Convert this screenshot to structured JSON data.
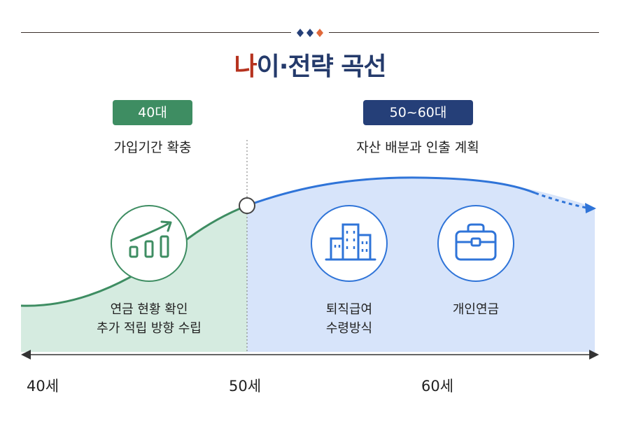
{
  "title": {
    "part1": "나",
    "part2": "이·전략 곡선"
  },
  "phases": [
    {
      "badge": "40대",
      "subtitle": "가입기간 확충"
    },
    {
      "badge": "50~60대",
      "subtitle": "자산 배분과 인출 계획"
    }
  ],
  "items": [
    {
      "icon": "growth-chart-icon",
      "label_line1": "연금 현황 확인",
      "label_line2": "추가 적립 방향 수립"
    },
    {
      "icon": "buildings-icon",
      "label_line1": "퇴직급여",
      "label_line2": "수령방식"
    },
    {
      "icon": "briefcase-icon",
      "label_line1": "개인연금",
      "label_line2": ""
    }
  ],
  "axis": {
    "ticks": [
      "40세",
      "50세",
      "60세"
    ]
  },
  "colors": {
    "title_accent": "#b6331f",
    "title_main": "#243a6b",
    "green": "#3e8d62",
    "green_fill": "#d5ebe0",
    "navy": "#253f78",
    "blue": "#2f74d8",
    "blue_fill": "#d7e4fa",
    "diamond_orange": "#e0683a"
  }
}
